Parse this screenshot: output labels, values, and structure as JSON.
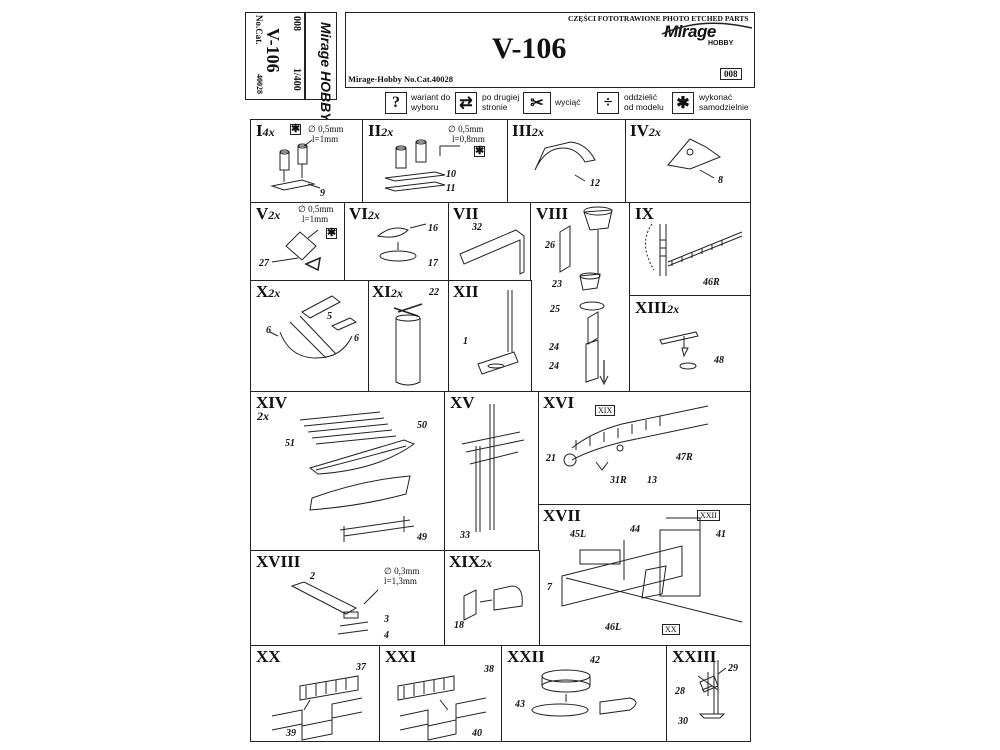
{
  "side_label": {
    "brand": "Mirage HOBBY",
    "no_cat_label": "No.Cat.",
    "sheet_code": "008",
    "model": "V-106",
    "scale": "1/400",
    "cat_no": "40028"
  },
  "header": {
    "parts_title": "CZĘŚCI FOTOTRAWIONE  PHOTO ETCHED PARTS",
    "title": "V-106",
    "brand_logo": "Mirage",
    "brand_sub": "HOBBY",
    "catalog": "Mirage-Hobby No.Cat.40028",
    "sheet_code": "008"
  },
  "legend": [
    {
      "icon": "?",
      "icon_name": "question-icon",
      "text_1": "wariant do",
      "text_2": "wyboru"
    },
    {
      "icon": "⇄",
      "icon_name": "flip-side-icon",
      "text_1": "po drugiej",
      "text_2": "stronie"
    },
    {
      "icon": "✂",
      "icon_name": "cut-saw-icon",
      "text_1": "wyciąć",
      "text_2": ""
    },
    {
      "icon": "÷",
      "icon_name": "separate-icon",
      "text_1": "oddzielić",
      "text_2": "od modelu"
    },
    {
      "icon": "✱",
      "icon_name": "make-yourself-icon",
      "text_1": "wykonać",
      "text_2": "samodzielnie"
    }
  ],
  "steps": {
    "s1": {
      "roman": "I",
      "mult": "4x",
      "note1": "∅ 0,5mm",
      "note2": "l=1mm",
      "part": "9"
    },
    "s2": {
      "roman": "II",
      "mult": "2x",
      "note1": "∅ 0,5mm",
      "note2": "l=0,8mm",
      "part_a": "10",
      "part_b": "11"
    },
    "s3": {
      "roman": "III",
      "mult": "2x",
      "part": "12"
    },
    "s4": {
      "roman": "IV",
      "mult": "2x",
      "part": "8"
    },
    "s5": {
      "roman": "V",
      "mult": "2x",
      "note1": "∅ 0,5mm",
      "note2": "l=1mm",
      "part": "27"
    },
    "s6": {
      "roman": "VI",
      "mult": "2x",
      "part_a": "16",
      "part_b": "17"
    },
    "s7": {
      "roman": "VII",
      "mult": "",
      "part": "32"
    },
    "s8": {
      "roman": "VIII",
      "mult": "",
      "p26": "26",
      "p23": "23",
      "p25": "25",
      "p24a": "24",
      "p24b": "24"
    },
    "s9": {
      "roman": "IX",
      "mult": "",
      "part": "46R"
    },
    "s10": {
      "roman": "X",
      "mult": "2x",
      "p5": "5",
      "p6a": "6",
      "p6b": "6"
    },
    "s11": {
      "roman": "XI",
      "mult": "2x",
      "part": "22"
    },
    "s12": {
      "roman": "XII",
      "mult": "",
      "part": "1"
    },
    "s13": {
      "roman": "XIII",
      "mult": "2x",
      "part": "48"
    },
    "s14": {
      "roman": "XIV",
      "mult": "2x",
      "p51": "51",
      "p50": "50",
      "p49": "49"
    },
    "s15": {
      "roman": "XV",
      "mult": "",
      "part": "33"
    },
    "s16": {
      "roman": "XVI",
      "mult": "",
      "flag": "XIX",
      "p21": "21",
      "p47": "47R",
      "p31": "31R",
      "p13": "13"
    },
    "s17": {
      "roman": "XVII",
      "mult": "",
      "flag_a": "XXII",
      "flag_b": "XX",
      "p45": "45L",
      "p44": "44",
      "p41": "41",
      "p7": "7",
      "p46": "46L"
    },
    "s18": {
      "roman": "XVIII",
      "mult": "",
      "note1": "∅ 0,3mm",
      "note2": "l=1,3mm",
      "p2": "2",
      "p3": "3",
      "p4": "4"
    },
    "s19": {
      "roman": "XIX",
      "mult": "2x",
      "part": "18"
    },
    "s20": {
      "roman": "XX",
      "mult": "",
      "p37": "37",
      "p39": "39"
    },
    "s21": {
      "roman": "XXI",
      "mult": "",
      "p38": "38",
      "p40": "40"
    },
    "s22": {
      "roman": "XXII",
      "mult": "",
      "p42": "42",
      "p43": "43"
    },
    "s23": {
      "roman": "XXIII",
      "mult": "",
      "p29": "29",
      "p28": "28",
      "p30": "30"
    }
  }
}
